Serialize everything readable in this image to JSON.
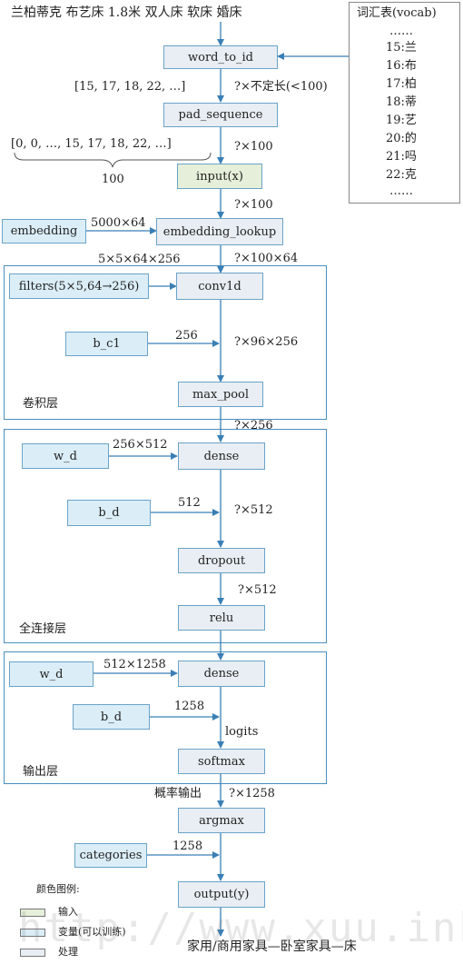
{
  "title": "兰柏蒂克 布艺床 1.8米 双人床 软床 婚床",
  "vocab": {
    "title": "词汇表(vocab)",
    "dots_top": "……",
    "entries": [
      "15:兰",
      "16:布",
      "17:柏",
      "18:蒂",
      "19:艺",
      "20:的",
      "21:吗",
      "22:克"
    ],
    "dots_bottom": "……"
  },
  "nodes": {
    "word_to_id": "word_to_id",
    "pad_sequence": "pad_sequence",
    "input": "input(x)",
    "embedding": "embedding",
    "embedding_lookup": "embedding_lookup",
    "filters": "filters(5×5,64→256)",
    "conv1d": "conv1d",
    "b_c1": "b_c1",
    "max_pool": "max_pool",
    "w_d1": "w_d",
    "dense1": "dense",
    "b_d1": "b_d",
    "dropout": "dropout",
    "relu": "relu",
    "w_d2": "w_d",
    "dense2": "dense",
    "b_d2": "b_d",
    "softmax": "softmax",
    "argmax": "argmax",
    "categories": "categories",
    "output": "output(y)"
  },
  "labels": {
    "seq1": "[15, 17, 18, 22, …]",
    "shape1": "?×不定长(<100)",
    "seq2": "[0, 0, …, 15, 17, 18, 22, …]",
    "brace_count": "100",
    "shape2": "?×100",
    "shape3": "?×100",
    "emb_dim": "5000×64",
    "filter_dim": "5×5×64×256",
    "shape4": "?×100×64",
    "bc1_dim": "256",
    "shape5": "?×96×256",
    "shape6": "?×256",
    "wd1_dim": "256×512",
    "bd1_dim": "512",
    "shape7": "?×512",
    "shape8": "?×512",
    "wd2_dim": "512×1258",
    "bd2_dim": "1258",
    "logits": "logits",
    "prob": "概率输出",
    "shape9": "?×1258",
    "cat_dim": "1258",
    "result": "家用/商用家具—卧室家具—床"
  },
  "sections": {
    "conv": "卷积层",
    "fc": "全连接层",
    "out": "输出层"
  },
  "legend": {
    "title": "颜色图例:",
    "input": "输入",
    "variable": "变量(可以训练)",
    "process": "处理"
  },
  "watermark": "http://www.xuu.ink/",
  "colors": {
    "line": "#3a7fb5",
    "process": "#e8eef3",
    "variable": "#dbeef7",
    "input": "#e6efd9"
  }
}
